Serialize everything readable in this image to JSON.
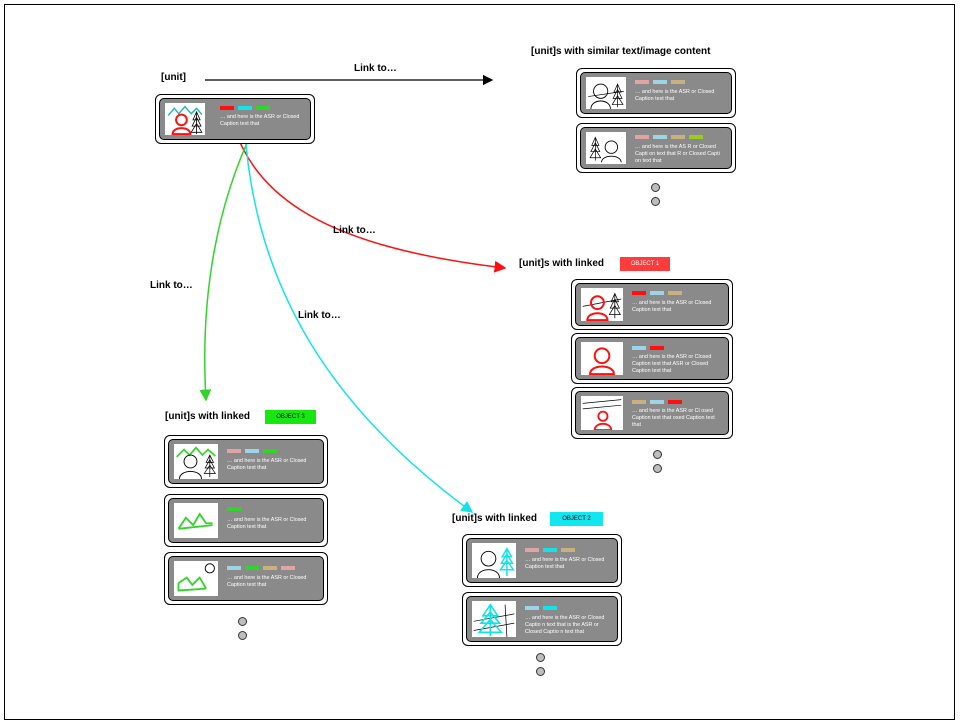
{
  "labels": {
    "unit": "[unit]",
    "similar": "[unit]s with similar text/image content",
    "linked": "[unit]s with linked",
    "link_to": "Link to…"
  },
  "objects": {
    "obj1": {
      "label": "OBJECT 1",
      "color": "#ff3b3b"
    },
    "obj2": {
      "label": "OBJECT 2",
      "color": "#12e6ee"
    },
    "obj3": {
      "label": "OBJECT 3",
      "color": "#16e80f"
    }
  },
  "colors": {
    "red": "#ff1010",
    "cyan": "#14e2e8",
    "green": "#31d42a",
    "pink": "#e0a4a4",
    "lightblue": "#9fd3e6",
    "tan": "#c9b07e",
    "lime": "#9bcc1c",
    "card_fill": "#8a8a8a"
  },
  "captions": {
    "source": "… and here is the ASR or Closed Caption text that",
    "similar_1": "… and here is the ASR or Closed Caption text that",
    "similar_2": "… and here is the AS R or Closed Capti on text that R or Closed Capti on text that",
    "obj1_1": "… and here is the ASR or Closed Caption text that",
    "obj1_2": "… and here is the ASR or Closed Caption text that ASR or Closed Caption text that",
    "obj1_3": "… and here is the ASR or Cl osed Caption text that osed Caption text that",
    "obj3_1": "… and here is the ASR or Closed Caption text that",
    "obj3_2": "… and here is the ASR or Closed Caption text that",
    "obj3_3": "… and here is the ASR or Closed Caption text that",
    "obj2_1": "… and here is the ASR or Closed Caption text that",
    "obj2_2": "… and here is the ASR or Closed Captio n text that is the ASR or Closed Captio n text that"
  },
  "icons": [
    "person-icon",
    "tree-icon",
    "mountains-icon",
    "sun-icon",
    "power-line-icon"
  ]
}
